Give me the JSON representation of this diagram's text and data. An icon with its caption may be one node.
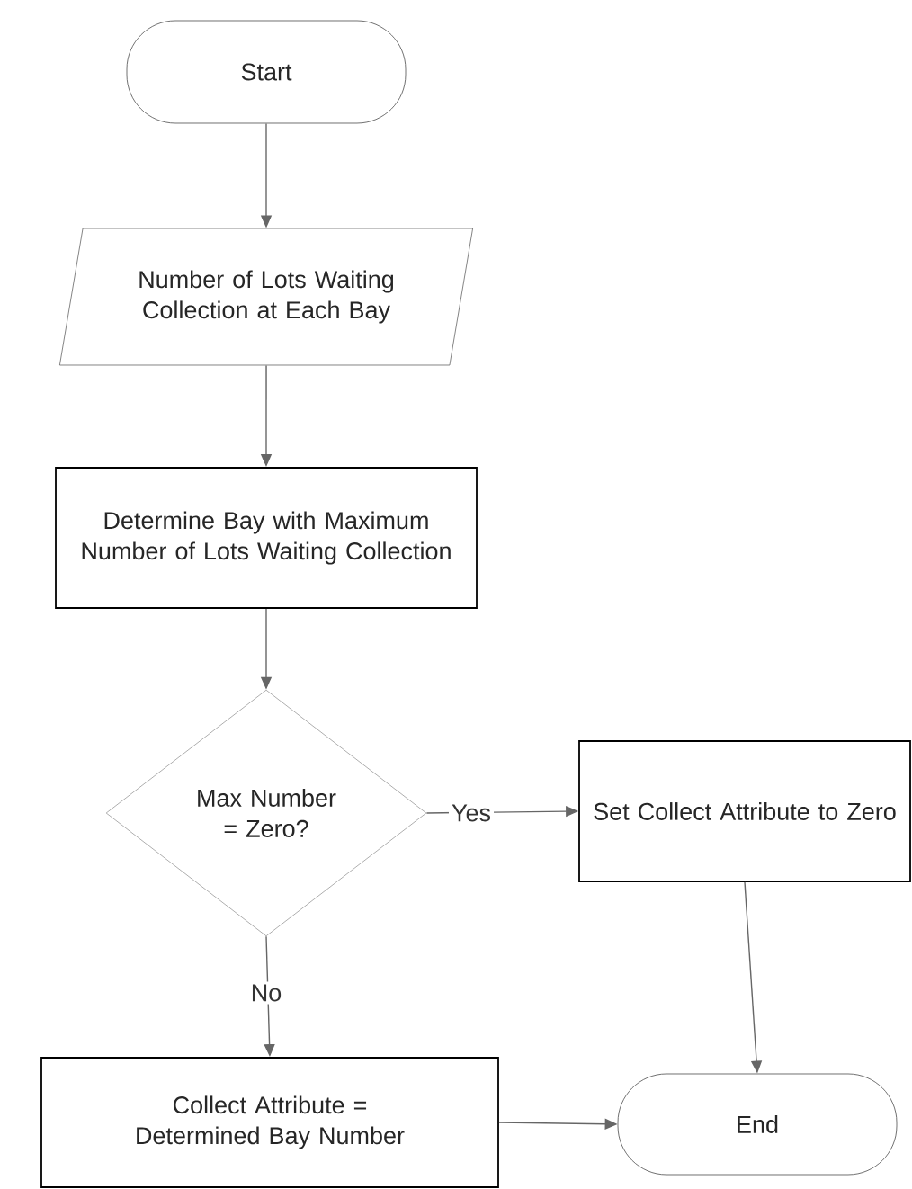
{
  "diagram": {
    "nodes": [
      {
        "text": [
          "Start"
        ]
      },
      {
        "text": [
          "Number of Lots Waiting Collection at Each Bay"
        ]
      },
      {
        "text": [
          "Determine Bay with Maximum Number of Lots Waiting Collection"
        ]
      },
      {
        "text": [
          "Max Number = Zero?"
        ]
      },
      {
        "text": [
          "Set Collect Attribute to Zero"
        ]
      },
      {
        "text": [
          "Collect Attribute = Determined Bay Number"
        ]
      },
      {
        "text": [
          "End"
        ]
      }
    ],
    "edges": [
      {
        "from": 0,
        "to": 1,
        "arrow": "to"
      },
      {
        "from": 1,
        "to": 2,
        "arrow": "to"
      },
      {
        "from": 2,
        "to": 3,
        "arrow": "to"
      },
      {
        "from": 3,
        "to": 4,
        "arrow": "to",
        "label": "Yes"
      },
      {
        "from": 3,
        "to": 5,
        "arrow": "to",
        "label": "No"
      },
      {
        "from": 4,
        "to": 6,
        "arrow": "to"
      },
      {
        "from": 5,
        "to": 6,
        "arrow": "to"
      }
    ]
  }
}
